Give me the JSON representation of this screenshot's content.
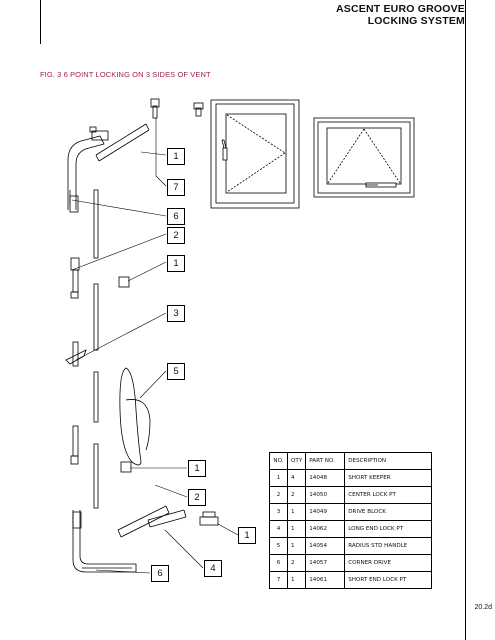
{
  "header": {
    "title_line1": "ASCENT  EURO GROOVE",
    "title_line2": "LOCKING SYSTEM"
  },
  "figure": {
    "caption": "FIG. 3  6 POINT LOCKING ON 3 SIDES OF VENT"
  },
  "callouts": {
    "c1": "1",
    "c2": "7",
    "c3": "6",
    "c4": "2",
    "c5": "1",
    "c6": "3",
    "c7": "5",
    "c8": "1",
    "c9": "2",
    "c10": "1",
    "c11": "4",
    "c12": "6"
  },
  "parts_table": {
    "headers": {
      "no": "NO.",
      "qty": "QTY",
      "part": "PART NO.",
      "desc": "DESCRIPTION"
    },
    "rows": [
      {
        "no": "1",
        "qty": "4",
        "part": "14048",
        "desc": "SHORT KEEPER"
      },
      {
        "no": "2",
        "qty": "2",
        "part": "14050",
        "desc": "CENTER LOCK PT"
      },
      {
        "no": "3",
        "qty": "1",
        "part": "14049",
        "desc": "DRIVE BLOCK"
      },
      {
        "no": "4",
        "qty": "1",
        "part": "14062",
        "desc": "LONG END LOCK PT"
      },
      {
        "no": "5",
        "qty": "1",
        "part": "14054",
        "desc": "RADIUS STD HANDLE"
      },
      {
        "no": "6",
        "qty": "2",
        "part": "14057",
        "desc": "CORNER DRIVE"
      },
      {
        "no": "7",
        "qty": "1",
        "part": "14061",
        "desc": "SHORT END LOCK PT"
      }
    ]
  },
  "footer": {
    "page_number": "20.2d"
  }
}
